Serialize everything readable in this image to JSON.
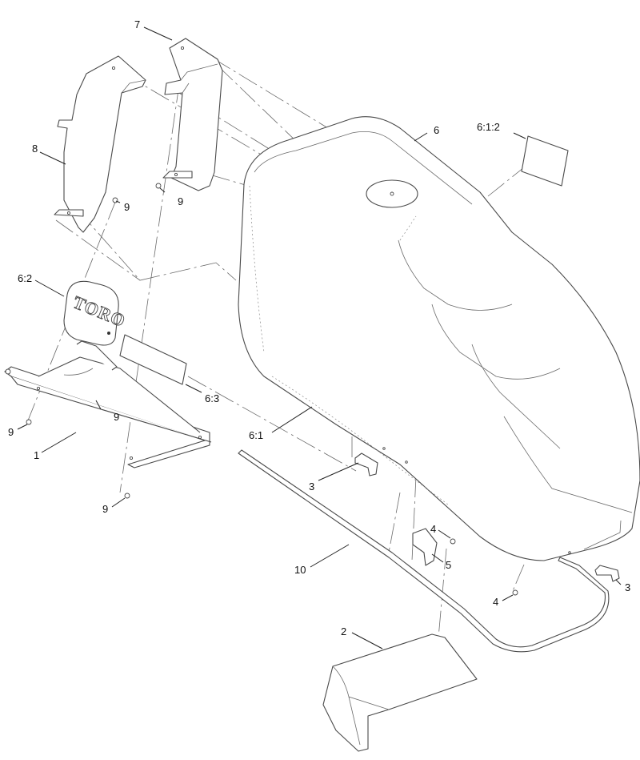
{
  "diagram": {
    "callouts": {
      "c7": "7",
      "c8": "8",
      "c9a": "9",
      "c9b": "9",
      "c9c": "9",
      "c9d": "9",
      "c9e": "9",
      "c6": "6",
      "c612": "6:1:2",
      "c62": "6:2",
      "c63": "6:3",
      "c61": "6:1",
      "c1": "1",
      "c3a": "3",
      "c3b": "3",
      "c4a": "4",
      "c4b": "4",
      "c5": "5",
      "c10": "10",
      "c2": "2"
    },
    "decal_logo": "TORO"
  }
}
